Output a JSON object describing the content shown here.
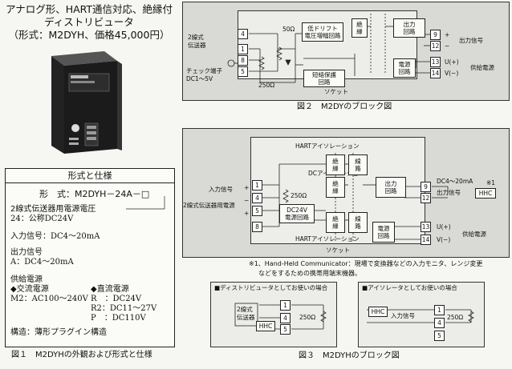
{
  "left": {
    "heading_line1": "アナログ形、HART通信対応、絶縁付",
    "heading_line2": "ディストリビュータ",
    "heading_line3": "（形式：M2DYH、価格45,000円）",
    "spec_title": "形式と仕様",
    "model": "形　式：M2DYH－24A－□",
    "spec1_a": "2線式伝送器用電源電圧",
    "spec1_b": "24：公称DC24V",
    "spec2": "入力信号：DC4～20mA",
    "spec3_a": "出力信号",
    "spec3_b": "A：DC4～20mA",
    "supply": "供給電源",
    "ac_head": "◆交流電源",
    "ac_m2": "M2：AC100～240V",
    "dc_head": "◆直流電源",
    "dc_r": "R　：DC24V",
    "dc_r2": "R2：DC11～27V",
    "dc_p": "P　：DC110V",
    "structure": "構造：薄形プラグイン構造",
    "fig1_caption": "図１　M2DYHの外観および形式と仕様"
  },
  "fig2": {
    "caption": "図２　M2DYのブロック図",
    "input_label_1": "2線式",
    "input_label_2": "伝送器",
    "check_label_1": "チェック端子",
    "check_label_2": "DC1～5V",
    "resistor_50": "50Ω",
    "resistor_250": "250Ω",
    "block_drift_1": "低ドリフト",
    "block_drift_2": "電圧増幅回路",
    "block_iso_1": "絶",
    "block_iso_2": "縁",
    "block_out_1": "出力",
    "block_out_2": "回路",
    "block_short_1": "短絡保護",
    "block_short_2": "回路",
    "block_power_1": "電源",
    "block_power_2": "回路",
    "output_signal": "出力信号",
    "supply_power": "供給電源",
    "socket": "ソケット",
    "term_4": "4",
    "term_1": "1",
    "term_8": "8",
    "term_5": "5",
    "term_9": "9",
    "term_12": "12",
    "term_13": "13",
    "term_14": "14",
    "u_plus": "U(+)",
    "v_minus": "V(−)"
  },
  "fig3": {
    "hart_iso_top": "HARTアイソレーション",
    "dc_iso": "DCアイソレーション",
    "hart_iso_bottom": "HARTアイソレーション",
    "input_signal": "入力信号",
    "tx_power": "2線式伝送器用電源",
    "resistor_250": "250Ω",
    "dc24v_1": "DC24V",
    "dc24v_2": "電源回路",
    "zetsu": "絶",
    "en": "縁",
    "sen": "線",
    "ro": "路",
    "out_1": "出力",
    "out_2": "回路",
    "power_1": "電源",
    "power_2": "回路",
    "dc_range": "DC4～20mA",
    "output_signal": "出力信号",
    "hhc": "HHC",
    "note_star": "※1",
    "supply_power": "供給電源",
    "socket": "ソケット",
    "term_1": "1",
    "term_4": "4",
    "term_5": "5",
    "term_8": "8",
    "term_9": "9",
    "term_12": "12",
    "term_13": "13",
    "term_14": "14",
    "u_plus": "U(+)",
    "v_minus": "V(−)",
    "note_line1": "※1、Hand-Held Communicator：現場で変換器などの入力モニタ、レンジ変更",
    "note_line2": "などをするための携帯用端末機器。",
    "sub1_title": "■ディストリビュータとしてお使いの場合",
    "sub1_tx_1": "2線式",
    "sub1_tx_2": "伝送器",
    "sub2_title": "■アイソレータとしてお使いの場合",
    "sub2_input": "入力信号",
    "caption": "図３　M2DYHのブロック図"
  }
}
